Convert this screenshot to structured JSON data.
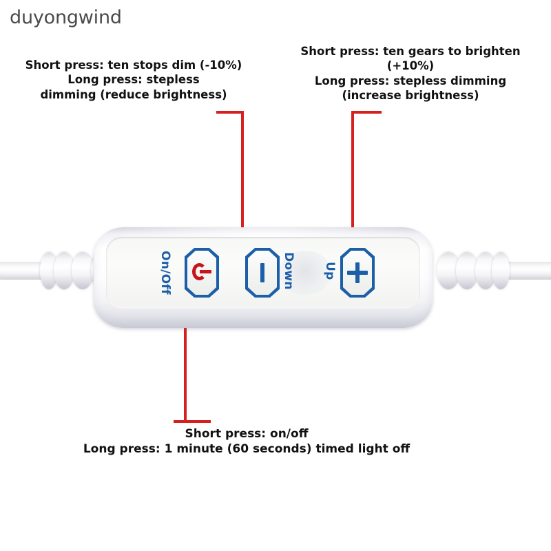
{
  "watermark": {
    "text": "duyongwind"
  },
  "annotations": [
    {
      "id": "down",
      "target": "down-button",
      "lines": [
        "Short press: ten stops dim (-10%)",
        "Long press: stepless",
        "dimming (reduce brightness)"
      ],
      "text": "Short press: ten stops dim (-10%)\nLong press: stepless\ndimming (reduce brightness)",
      "leader_color": "#d6201f"
    },
    {
      "id": "up",
      "target": "up-button",
      "lines": [
        "Short press: ten gears to brighten (+10%)",
        "Long press: stepless dimming",
        "(increase brightness)"
      ],
      "text": "Short press: ten gears to brighten (+10%)\nLong press: stepless dimming\n(increase brightness)",
      "leader_color": "#d6201f"
    },
    {
      "id": "onoff",
      "target": "power-button",
      "lines": [
        "Short press: on/off",
        "Long press: 1 minute (60 seconds) timed light off"
      ],
      "text": "Short press: on/off\nLong press: 1 minute (60 seconds) timed light off",
      "leader_color": "#d6201f"
    }
  ],
  "device": {
    "name": "inline-led-dimmer-switch",
    "body_color": "#ffffff",
    "accent_color": "#1d5ea8",
    "power_icon_color": "#c9131b",
    "keys": [
      {
        "id": "power",
        "label": "On/Off",
        "icon": "power-icon",
        "icon_color": "#c9131b"
      },
      {
        "id": "down",
        "label": "Down",
        "icon": "minus-icon",
        "icon_color": "#1d5ea8"
      },
      {
        "id": "up",
        "label": "Up",
        "icon": "plus-icon",
        "icon_color": "#1d5ea8"
      }
    ]
  }
}
